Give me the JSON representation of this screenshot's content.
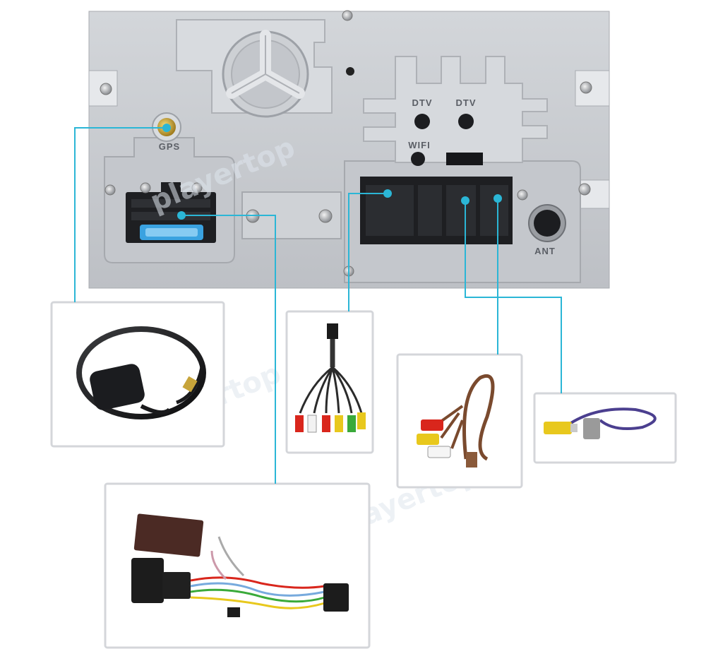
{
  "labels": {
    "gps": "GPS",
    "dtv_left": "DTV",
    "dtv_right": "DTV",
    "wifi": "WIFI",
    "ant": "ANT"
  },
  "watermark": "playertop",
  "colors": {
    "panel": "#c9ccd1",
    "panel_shadow": "#9da1a7",
    "connector": "#1e1f22",
    "gold": "#c7a43a",
    "wire_line": "#2bb6d6",
    "fuse": "#3aa2e0",
    "box_border": "#d4d6da"
  },
  "accessories": [
    {
      "id": "gps-antenna",
      "icon": "gps-antenna-icon"
    },
    {
      "id": "rca-audio-video-harness",
      "icon": "rca-harness-icon"
    },
    {
      "id": "rca-av-cable",
      "icon": "rca-cable-icon"
    },
    {
      "id": "reverse-camera-cable",
      "icon": "camera-cable-icon"
    },
    {
      "id": "iso-power-harness",
      "icon": "power-harness-icon"
    }
  ]
}
